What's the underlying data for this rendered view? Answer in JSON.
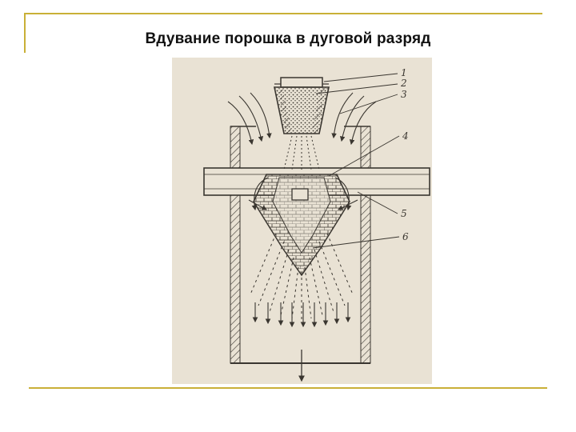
{
  "slide": {
    "title": "Вдувание порошка в дуговой разряд",
    "accent_color": "#c9b037"
  },
  "diagram": {
    "paper_color": "#e9e2d4",
    "ink_color": "#3a3630",
    "labels": [
      "1",
      "2",
      "3",
      "4",
      "5",
      "6"
    ]
  }
}
